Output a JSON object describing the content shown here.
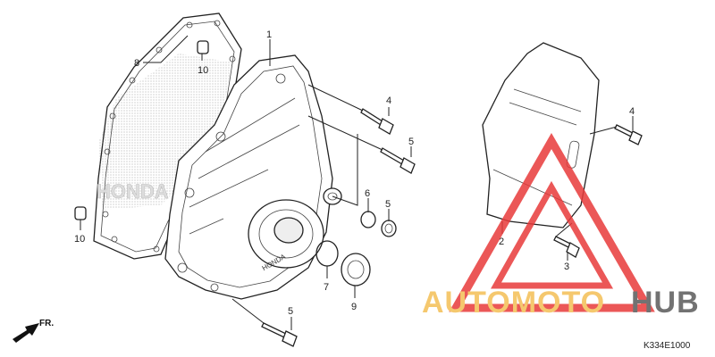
{
  "diagram": {
    "code": "K334E1000",
    "brand_embossed": "HONDA",
    "direction_label": "FR.",
    "watermark": {
      "part1": "AUTOMOTO",
      "part2": "HUB",
      "color1": "#f4bf55",
      "color2": "#5a5a5a",
      "triangle_color": "#e83a3a"
    },
    "callouts": [
      "1",
      "2",
      "3",
      "4",
      "4",
      "5",
      "5",
      "5",
      "6",
      "7",
      "8",
      "9",
      "10",
      "10"
    ]
  }
}
